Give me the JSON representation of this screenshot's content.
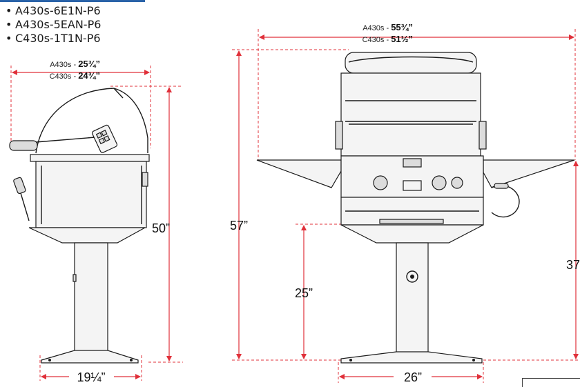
{
  "models": [
    "A430s-6E1N-P6",
    "A430s-5EAN-P6",
    "C430s-1T1N-P6"
  ],
  "side_view": {
    "width_a_prefix": "A430s - ",
    "width_a_value": "25¾”",
    "width_c_prefix": "C430s - ",
    "width_c_value": "24¾”",
    "height": "50”",
    "base_width": "19¼”"
  },
  "front_view": {
    "width_a_prefix": "A430s - ",
    "width_a_value": "55¾”",
    "width_c_prefix": "C430s - ",
    "width_c_value": "51½”",
    "total_height": "57”",
    "shelf_height": "37",
    "post_height": "25”",
    "base_width": "26”"
  },
  "colors": {
    "dimension_line": "#e0303a",
    "accent_bar": "#2a63a8",
    "ink": "#1a1a1a"
  }
}
